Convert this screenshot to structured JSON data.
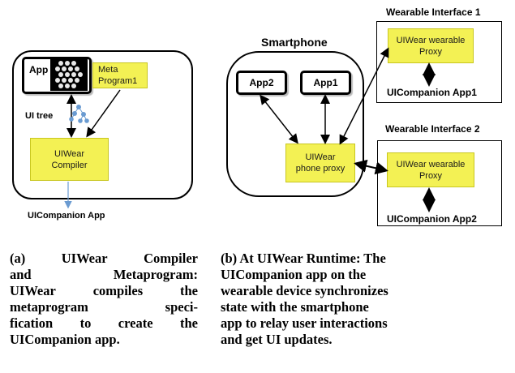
{
  "diagram_a": {
    "app_label": "App",
    "meta_program": "Meta Program1",
    "ui_tree_label": "UI tree",
    "compiler": "UIWear Compiler",
    "output_label": "UICompanion App"
  },
  "diagram_b": {
    "smartphone_title": "Smartphone",
    "app2": "App2",
    "app1": "App1",
    "phone_proxy": "UIWear phone proxy",
    "wearable1_title": "Wearable Interface 1",
    "wearable1_proxy": "UIWear wearable Proxy",
    "wearable1_app": "UICompanion App1",
    "wearable2_title": "Wearable Interface 2",
    "wearable2_proxy": "UIWear wearable Proxy",
    "wearable2_app": "UICompanion App2"
  },
  "captions": {
    "a": {
      "line1_left": "(a)",
      "line1_mid": "UIWear",
      "line1_right": "Compiler",
      "line2_left": "and",
      "line2_right": "Metaprogram:",
      "line3_left": "UIWear",
      "line3_mid": "compiles",
      "line3_right": "the",
      "line4_left": "metaprogram",
      "line4_right": "speci-",
      "line5_left": "fication",
      "line5_mid1": "to",
      "line5_mid2": "create",
      "line5_right": "the",
      "line6": "UICompanion app."
    },
    "b": {
      "line1": "(b) At UIWear Runtime: The",
      "line2": "UICompanion app on the",
      "line3": "wearable device synchronizes",
      "line4": "state with the smartphone",
      "line5": "app to relay user interactions",
      "line6": "and get UI updates."
    }
  },
  "colors": {
    "proxy_fill": "#f3f154",
    "arrow_blue": "#6a9bd1"
  }
}
